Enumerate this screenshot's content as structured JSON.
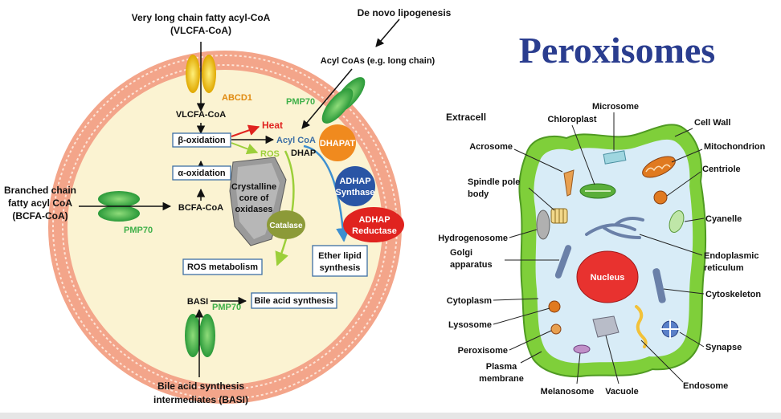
{
  "title": "Peroxisomes",
  "left_diagram": {
    "inputs": {
      "vlcfa_line1": "Very long chain fatty acyl-CoA",
      "vlcfa_line2": "(VLCFA-CoA)",
      "de_novo": "De novo lipogenesis",
      "acyl_coas": "Acyl CoAs (e.g. long chain)",
      "bcfa_line1": "Branched chain",
      "bcfa_line2": "fatty acyl CoA",
      "bcfa_line3": "(BCFA-CoA)",
      "basi_line1": "Bile acid synthesis",
      "basi_line2": "intermediates (BASI)"
    },
    "transporters": {
      "abcd1": "ABCD1",
      "pmp70_top": "PMP70",
      "pmp70_left": "PMP70",
      "pmp70_bottom": "PMP70"
    },
    "labels": {
      "vlcfa_coa": "VLCFA-CoA",
      "beta_oxidation": "β-oxidation",
      "alpha_oxidation": "α-oxidation",
      "bcfa_coa": "BCFA-CoA",
      "heat": "Heat",
      "ros": "ROS",
      "acyl_coa": "Acyl CoA",
      "dhap": "DHAP",
      "dhapat": "DHAPAT",
      "adhap_synthase_1": "ADHAP",
      "adhap_synthase_2": "Synthase",
      "adhap_reductase_1": "ADHAP",
      "adhap_reductase_2": "Reductase",
      "core_1": "Crystalline",
      "core_2": "core of",
      "core_3": "oxidases",
      "catalase": "Catalase",
      "ros_metabolism": "ROS metabolism",
      "ether_lipid_1": "Ether lipid",
      "ether_lipid_2": "synthesis",
      "basi": "BASI",
      "bile_acid_synthesis": "Bile acid synthesis"
    }
  },
  "right_diagram": {
    "heading": "Extracell",
    "labels": {
      "chloroplast": "Chloroplast",
      "microsome": "Microsome",
      "cell_wall": "Cell Wall",
      "acrosome": "Acrosome",
      "mitochondrion": "Mitochondrion",
      "centriole": "Centriole",
      "spindle_1": "Spindle pole",
      "spindle_2": "body",
      "cyanelle": "Cyanelle",
      "hydrogenosome": "Hydrogenosome",
      "golgi_1": "Golgi",
      "golgi_2": "apparatus",
      "er_1": "Endoplasmic",
      "er_2": "reticulum",
      "nucleus": "Nucleus",
      "cytoplasm": "Cytoplasm",
      "cytoskeleton": "Cytoskeleton",
      "lysosome": "Lysosome",
      "peroxisome": "Peroxisome",
      "synapse": "Synapse",
      "plasma_1": "Plasma",
      "plasma_2": "membrane",
      "melanosome": "Melanosome",
      "vacuole": "Vacuole",
      "endosome": "Endosome"
    }
  },
  "colors": {
    "title": "#2a3d8f",
    "membrane": "#f3a58a",
    "matrix": "#fbf3d2",
    "green_protein": "#3fb049",
    "yellow_protein": "#f5c518",
    "dhapat": "#f08a1e",
    "adhap_synthase": "#2a55a5",
    "adhap_reductase": "#e0231f",
    "catalase": "#8c9a38",
    "cell_wall": "#7fcf3a",
    "cytoplasm": "#d8ecf7",
    "nucleus": "#e8322f"
  }
}
